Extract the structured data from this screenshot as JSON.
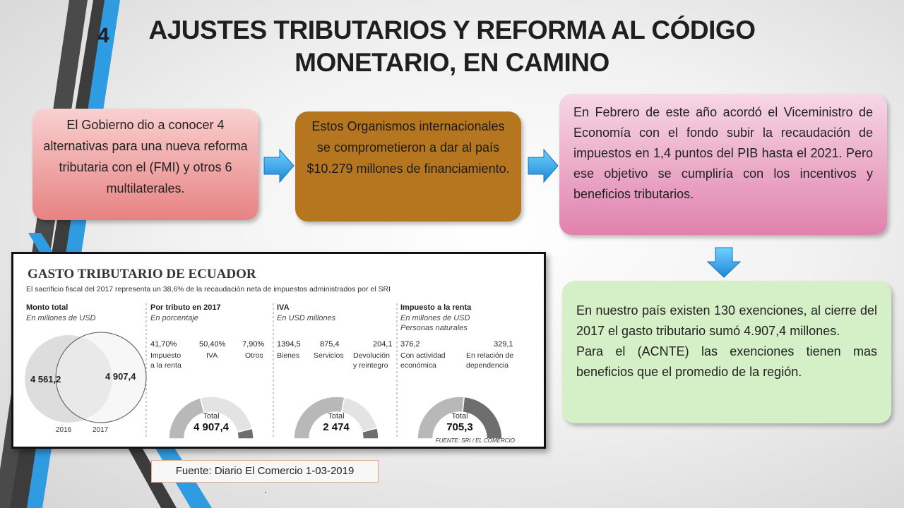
{
  "slide": {
    "number": "4",
    "title_line1": "AJUSTES TRIBUTARIOS Y REFORMA AL CÓDIGO",
    "title_line2": "MONETARIO, EN CAMINO"
  },
  "boxes": {
    "b1": "El Gobierno dio a conocer 4 alternativas para una nueva reforma tributaria con el (FMI) y otros 6 multilaterales.",
    "b2": "Estos Organismos internacionales se comprometieron a dar al país $10.279 millones de financiamiento.",
    "b3": "En Febrero de este año acordó el Viceministro de Economía con el fondo subir la recaudación de impuestos en 1,4 puntos del PIB hasta el 2021. Pero ese objetivo se cumpliría con los incentivos y beneficios tributarios.",
    "b4_p1": "En nuestro país existen 130 exenciones, al cierre del 2017 el gasto tributario sumó 4.907,4 millones.",
    "b4_p2": "Para el (ACNTE) las exenciones tienen mas beneficios que el promedio de la región."
  },
  "infographic": {
    "title": "GASTO TRIBUTARIO DE ECUADOR",
    "subtitle": "El sacrificio fiscal del 2017 representa un 38,6% de la recaudación neta de impuestos administrados por el SRI",
    "source": "FUENTE: SRI / EL COMERCIO",
    "total_label": "Total",
    "colors": {
      "light": "#e3e3e3",
      "mid": "#b8b8b8",
      "dark": "#6e6e6e"
    },
    "panels": [
      {
        "heading": "Monto total",
        "unit": "En millones de USD",
        "type": "venn",
        "values": [
          {
            "label": "2016",
            "value": "4 561,2"
          },
          {
            "label": "2017",
            "value": "4 907,4"
          }
        ]
      },
      {
        "heading": "Por tributo en 2017",
        "unit": "En porcentaje",
        "total": "4 907,4",
        "items": [
          {
            "value": "41,70%",
            "label": "Impuesto",
            "label2": "a la renta"
          },
          {
            "value": "50,40%",
            "label": "IVA",
            "label2": ""
          },
          {
            "value": "7,90%",
            "label": "Otros",
            "label2": ""
          }
        ]
      },
      {
        "heading": "IVA",
        "unit": "En USD millones",
        "total": "2 474",
        "items": [
          {
            "value": "1394,5",
            "label": "Bienes",
            "label2": ""
          },
          {
            "value": "875,4",
            "label": "Servicios",
            "label2": ""
          },
          {
            "value": "204,1",
            "label": "Devolución",
            "label2": "y reintegro"
          }
        ]
      },
      {
        "heading": "Impuesto a la renta",
        "unit": "En millones de USD",
        "unit2": "Personas naturales",
        "total": "705,3",
        "items": [
          {
            "value": "376,2",
            "label": "Con actividad",
            "label2": "económica"
          },
          {
            "value": "329,1",
            "label": "En relación de",
            "label2": "dependencia"
          }
        ]
      }
    ]
  },
  "source_caption": "Fuente: Diario El Comercio 1-03-2019",
  "dot": "."
}
